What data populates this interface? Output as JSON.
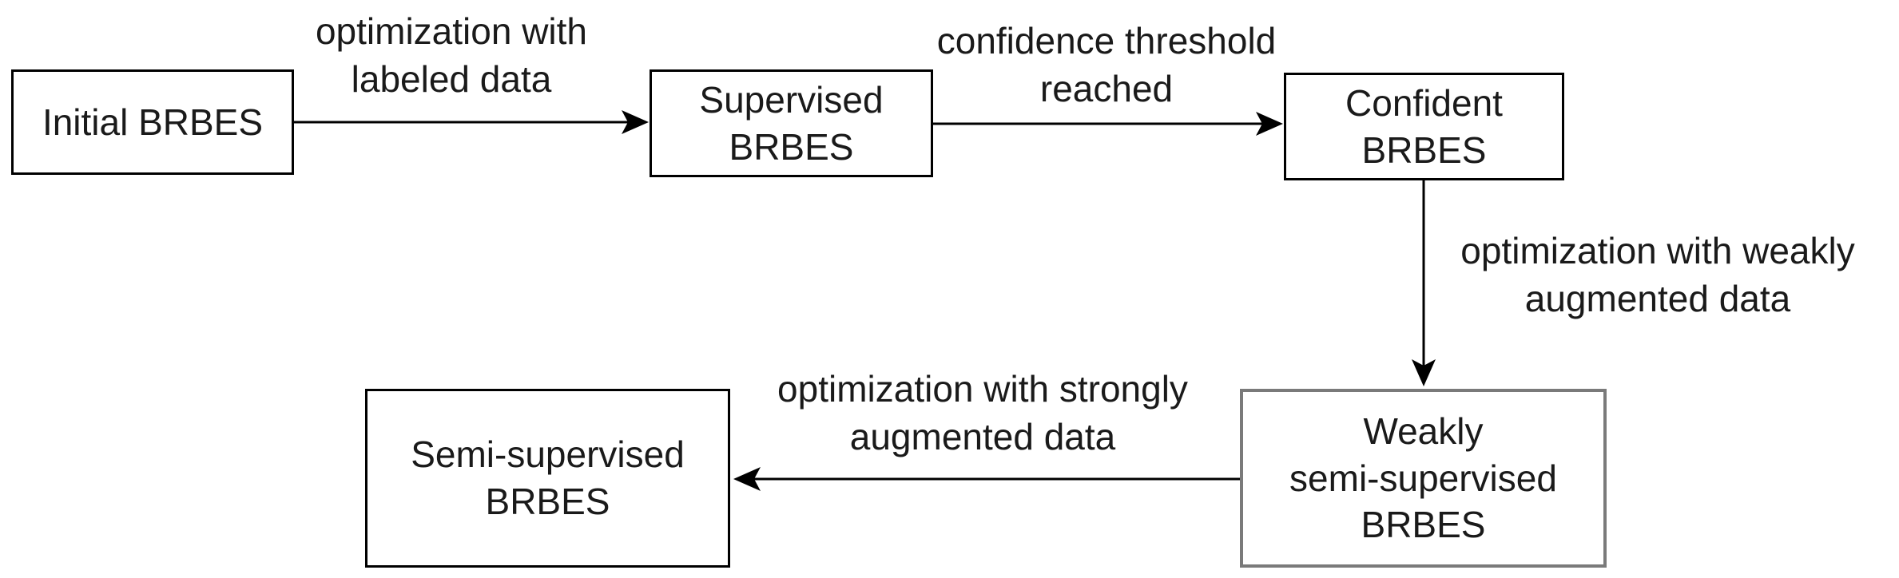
{
  "nodes": {
    "initial": "Initial BRBES",
    "supervised": "Supervised\nBRBES",
    "confident": "Confident\nBRBES",
    "weakly": "Weakly\nsemi-supervised\nBRBES",
    "semi": "Semi-supervised\nBRBES"
  },
  "edges": {
    "initial_to_supervised": "optimization with\nlabeled data",
    "supervised_to_confident": "confidence threshold\nreached",
    "confident_to_weakly": "optimization with weakly\naugmented data",
    "weakly_to_semi": "optimization with strongly\naugmented data"
  }
}
